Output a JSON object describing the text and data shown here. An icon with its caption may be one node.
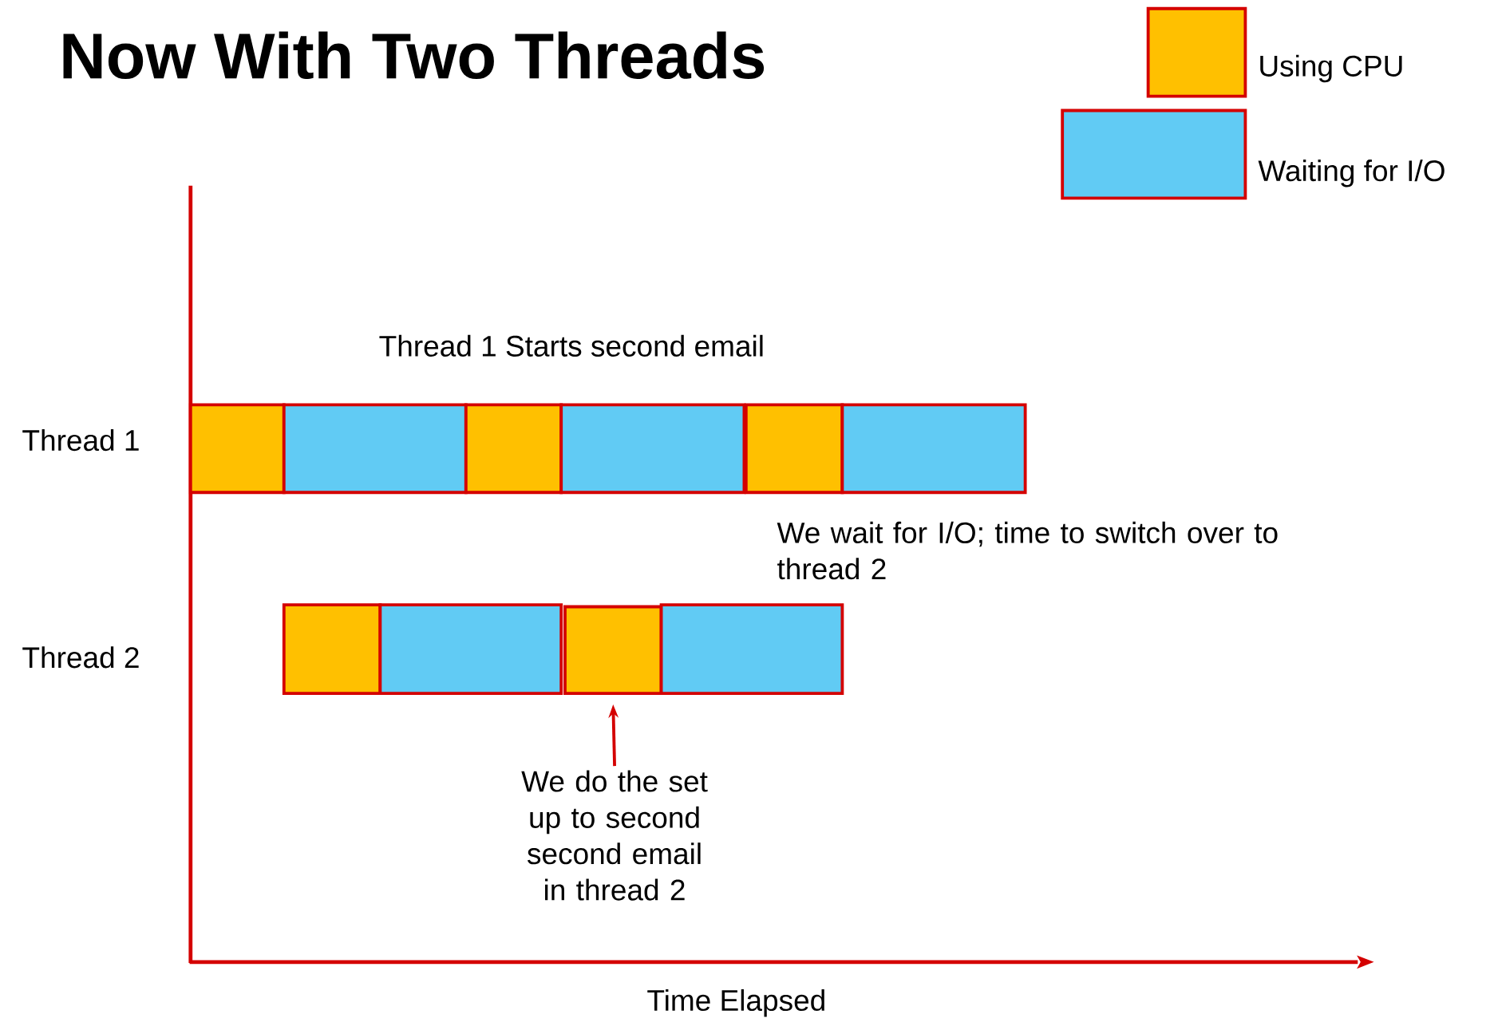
{
  "diagram": {
    "title": "Now With Two Threads",
    "nodes": [
      {
        "text": [],
        "shape": "box"
      },
      {
        "text": [],
        "shape": "box"
      },
      {
        "text": [],
        "shape": "box"
      },
      {
        "text": [],
        "shape": "box"
      },
      {
        "text": [],
        "shape": "box"
      },
      {
        "text": [],
        "shape": "box"
      },
      {
        "text": [],
        "shape": "box"
      },
      {
        "text": [],
        "shape": "box"
      },
      {
        "text": [],
        "shape": "box"
      },
      {
        "text": [],
        "shape": "box"
      },
      {
        "text": [
          "We do the set up to second second email in thread 2"
        ]
      }
    ],
    "edges": [
      {
        "from": 10,
        "to": 8,
        "arrow": "to"
      }
    ],
    "labels": [
      "Thread 1 Starts second email",
      "Thread 1",
      "We wait for I/O; time to switch over to thread 2",
      "Thread 2",
      "Time Elapsed"
    ],
    "legend": [
      {
        "text": "Using CPU",
        "color": "#ffc000"
      },
      {
        "text": "Waiting for I/O",
        "color": "#61cbf4"
      }
    ]
  }
}
